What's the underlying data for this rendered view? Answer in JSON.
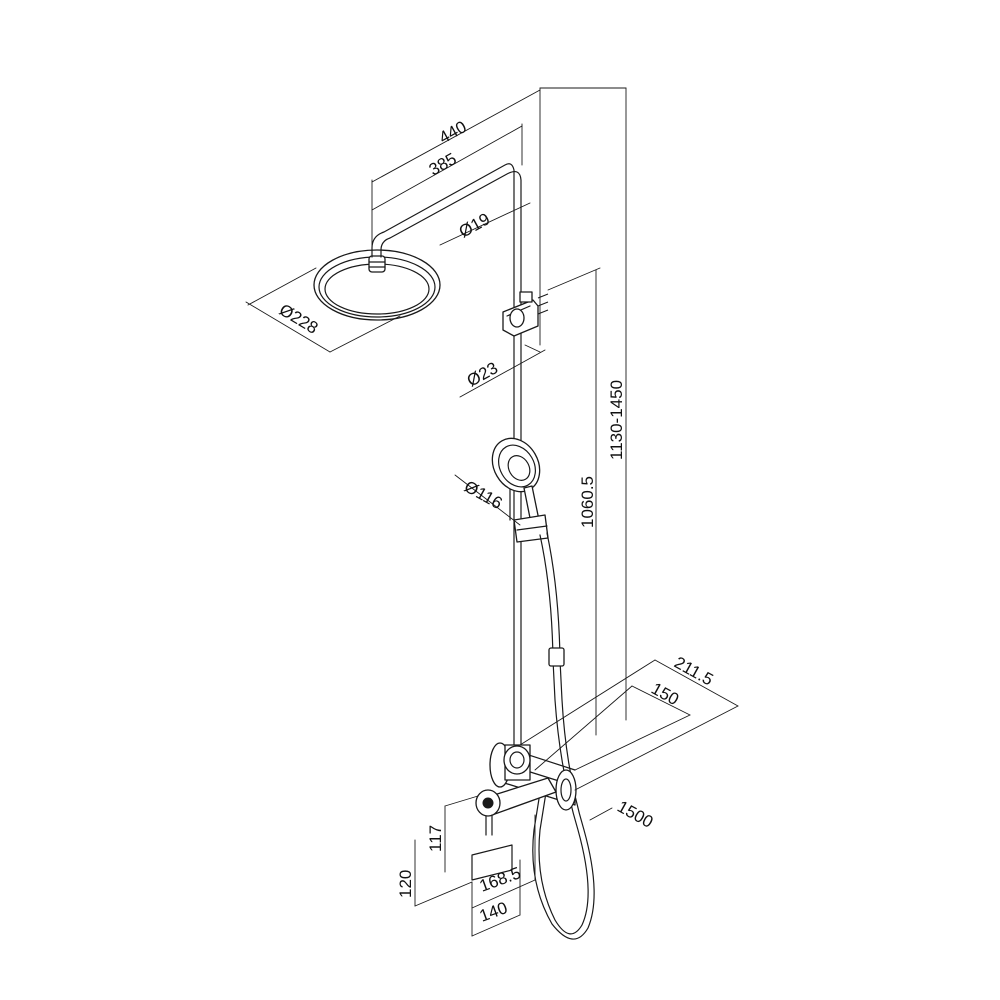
{
  "dimensions": {
    "arm_length_total": "440",
    "arm_length_inner": "385",
    "arm_diameter": "Ø19",
    "rain_head_diameter": "Ø228",
    "riser_diameter": "Ø23",
    "hand_shower_diameter": "Ø116",
    "riser_height": "1060.5",
    "total_height": "1130-1450",
    "wall_depth_total": "211.5",
    "wall_depth_inner": "150",
    "hose_length": "1500",
    "spout_height": "117",
    "mixer_height": "120",
    "spout_reach": "168.5",
    "spout_depth": "140"
  }
}
